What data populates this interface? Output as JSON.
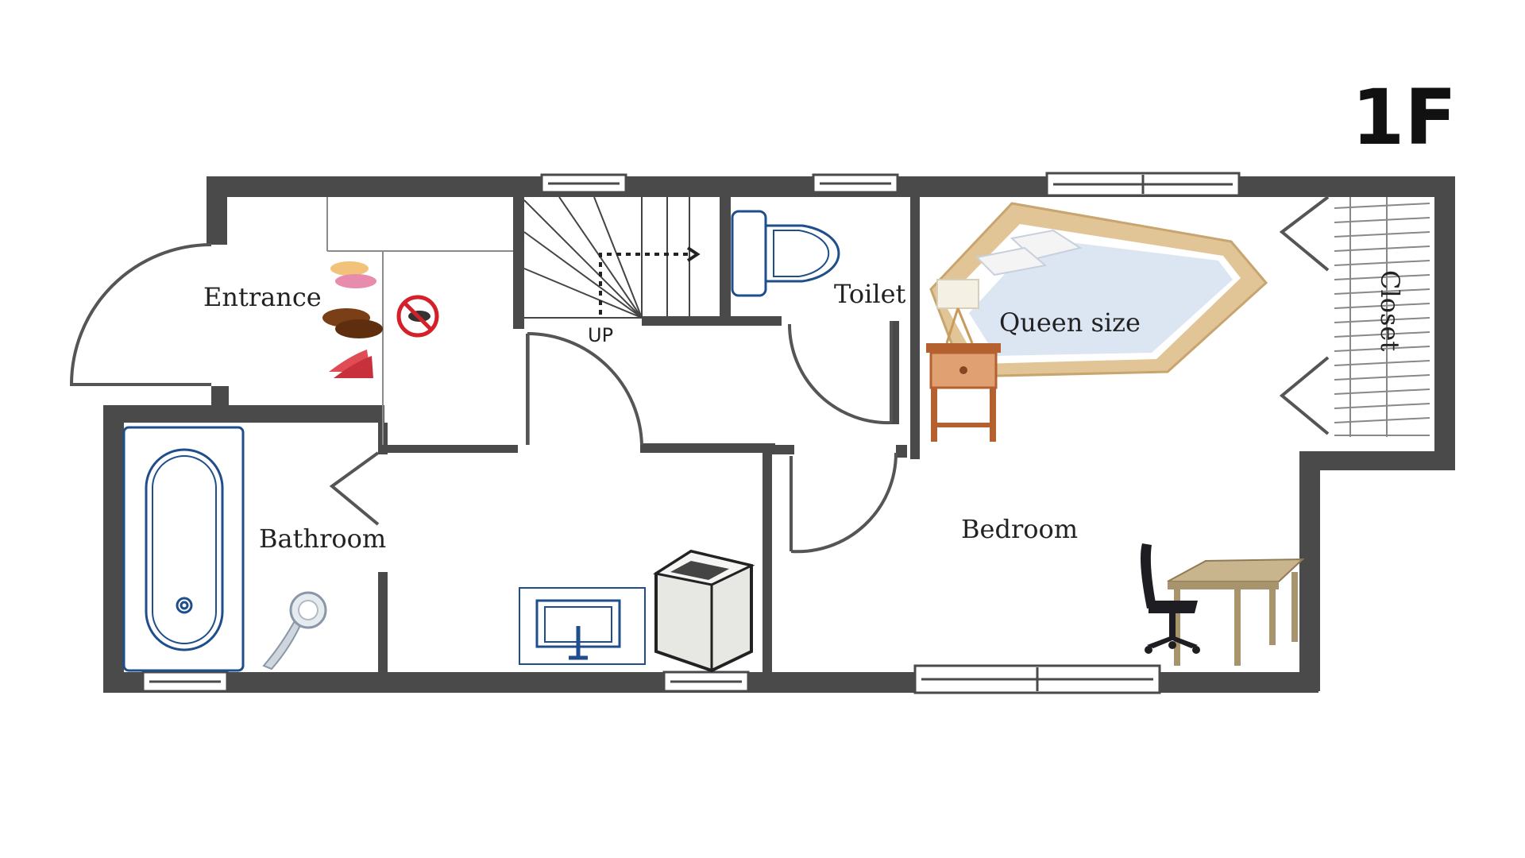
{
  "floor": "1F",
  "rooms": {
    "entrance": "Entrance",
    "toilet": "Toilet",
    "bed": "Queen size",
    "closet": "Closet",
    "bathroom": "Bathroom",
    "bedroom": "Bedroom"
  },
  "stairs": {
    "direction": "UP"
  },
  "colors": {
    "wall": "#4a4a4a",
    "fixture_blue": "#1f4e8c",
    "bed_wood": "#e2c596",
    "bed_sheet": "#dce6f3",
    "nightstand": "#c97a45",
    "desk": "#c8b48d"
  },
  "icons": [
    "no-shoes-icon",
    "shoes-icon",
    "toilet-icon",
    "bathtub-icon",
    "shower-head-icon",
    "sink-icon",
    "washing-machine-icon",
    "bed-icon",
    "nightstand-icon",
    "lamp-icon",
    "desk-icon",
    "office-chair-icon"
  ]
}
